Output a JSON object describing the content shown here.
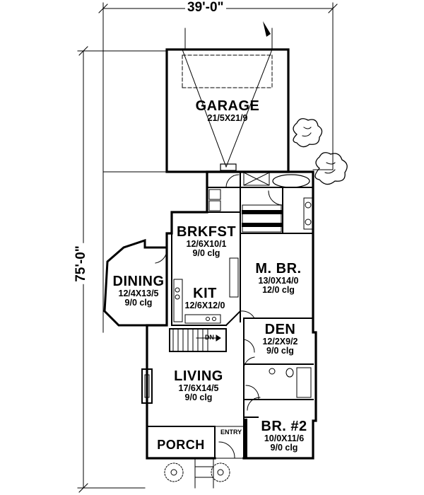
{
  "dimensions": {
    "width": "39'-0\"",
    "depth": "75'-0\""
  },
  "rooms": {
    "garage": {
      "name": "GARAGE",
      "size": "21/5X21/9",
      "ceiling": ""
    },
    "brkfst": {
      "name": "BRKFST",
      "size": "12/6X10/1",
      "ceiling": "9/0 clg"
    },
    "dining": {
      "name": "DINING",
      "size": "12/4X13/5",
      "ceiling": "9/0 clg"
    },
    "kit": {
      "name": "KIT",
      "size": "12/6X12/0",
      "ceiling": ""
    },
    "mbr": {
      "name": "M. BR.",
      "size": "13/0X14/0",
      "ceiling": "12/0 clg"
    },
    "den": {
      "name": "DEN",
      "size": "12/2X9/2",
      "ceiling": "9/0 clg"
    },
    "living": {
      "name": "LIVING",
      "size": "17/6X14/5",
      "ceiling": "9/0 clg"
    },
    "br2": {
      "name": "BR. #2",
      "size": "10/0X11/6",
      "ceiling": "9/0 clg"
    },
    "porch": {
      "name": "PORCH"
    }
  },
  "annotations": {
    "entry": "ENTRY",
    "stair": "DN"
  }
}
